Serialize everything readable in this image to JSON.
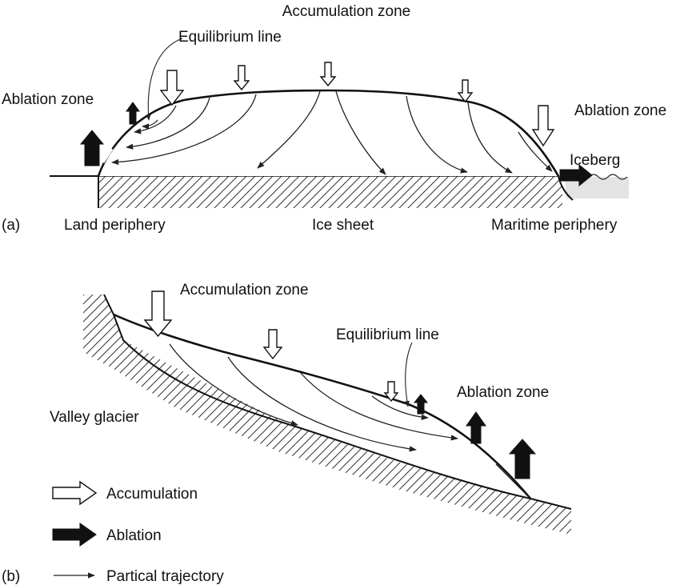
{
  "panel_a": {
    "tag": "(a)",
    "accumulation_zone": "Accumulation zone",
    "equilibrium_line": "Equilibrium line",
    "ablation_zone_left": "Ablation zone",
    "ablation_zone_right": "Ablation zone",
    "iceberg": "Iceberg",
    "land_periphery": "Land periphery",
    "ice_sheet": "Ice sheet",
    "maritime_periphery": "Maritime periphery"
  },
  "panel_b": {
    "tag": "(b)",
    "accumulation_zone": "Accumulation zone",
    "equilibrium_line": "Equilibrium line",
    "ablation_zone": "Ablation zone",
    "valley_glacier": "Valley glacier"
  },
  "legend": {
    "accumulation": "Accumulation",
    "ablation": "Ablation",
    "trajectory": "Partical trajectory"
  },
  "colors": {
    "ablation_arrow": "#111111",
    "accumulation_arrow": "#ffffff",
    "sea": "#e3e3e3"
  }
}
